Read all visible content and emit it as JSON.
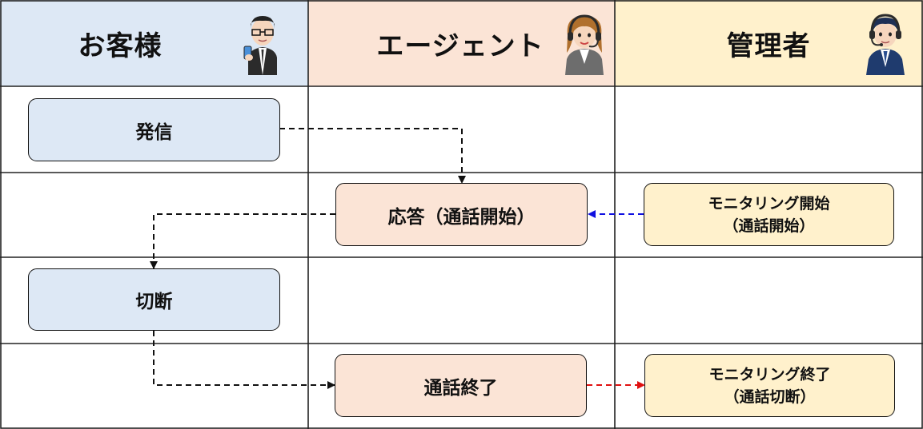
{
  "columns": {
    "customer": {
      "label": "お客様",
      "bg": "#dde8f5"
    },
    "agent": {
      "label": "エージェント",
      "bg": "#fbe4d6"
    },
    "manager": {
      "label": "管理者",
      "bg": "#fff1cc"
    }
  },
  "steps": {
    "call": "発信",
    "answer": "応答（通話開始）",
    "hangup": "切断",
    "call_end": "通話終了",
    "monitor_start": {
      "line1": "モニタリング開始",
      "line2": "（通話開始）"
    },
    "monitor_end": {
      "line1": "モニタリング終了",
      "line2": "（通話切断）"
    }
  },
  "colors": {
    "border": "#111111",
    "flow_arrow": "#111111",
    "monitor_start_arrow": "#1010e0",
    "monitor_end_arrow": "#e01010"
  },
  "icons": {
    "customer": "businessman-phone-icon",
    "agent": "female-agent-headset-icon",
    "manager": "male-operator-headset-icon"
  }
}
